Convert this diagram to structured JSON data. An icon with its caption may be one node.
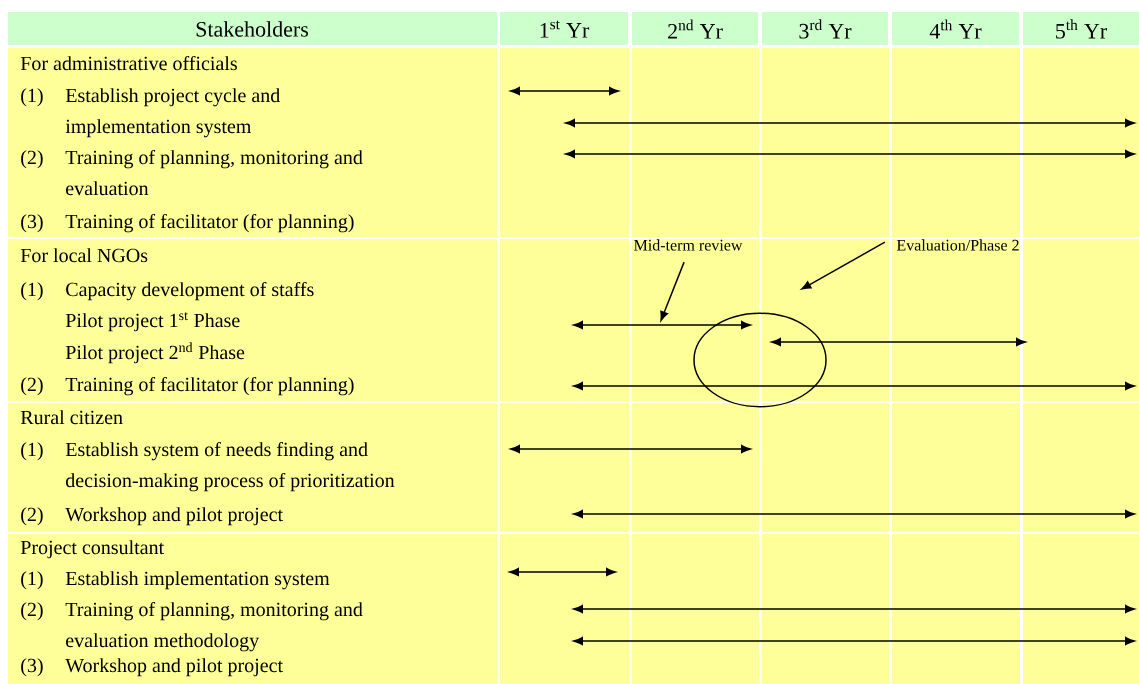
{
  "diagram": {
    "nodes": [
      {
        "text": [
          "Mid-term review"
        ]
      },
      {
        "text": [
          "Evaluation/Phase 2"
        ]
      },
      {
        "text": [],
        "shape": "circle"
      }
    ],
    "edges": [
      {
        "from": 0,
        "to": null,
        "arrow": "to"
      },
      {
        "from": 1,
        "to": 2,
        "arrow": "to"
      }
    ],
    "labels": [
      "Stakeholders",
      "1$^{st}$ Yr",
      "2$^{nd}$ Yr",
      "3$^{rd}$ Yr",
      "4$^{th}$ Yr",
      "5$^{th}$ Yr",
      "For administrative officials",
      "(1)",
      "Establish project cycle and implementation system",
      "(2)",
      "Training of planning, monitoring and evaluation",
      "(3)",
      "Training of facilitator (for planning)",
      "For local NGOs",
      "(1)",
      "Capacity development of staffs",
      "Pilot project 1$^{st}$ Phase",
      "Pilot project 2$^{nd}$ Phase",
      "(2)",
      "Training of facilitator (for planning)",
      "Rural citizen",
      "(1)",
      "Establish system of needs finding and decision-making process of prioritization",
      "(2)",
      "Workshop and pilot project",
      "Project consultant",
      "(1)",
      "Establish implementation system",
      "(2)",
      "Training of planning, monitoring and evaluation methodology",
      "(3)",
      "Workshop and pilot project"
    ]
  }
}
